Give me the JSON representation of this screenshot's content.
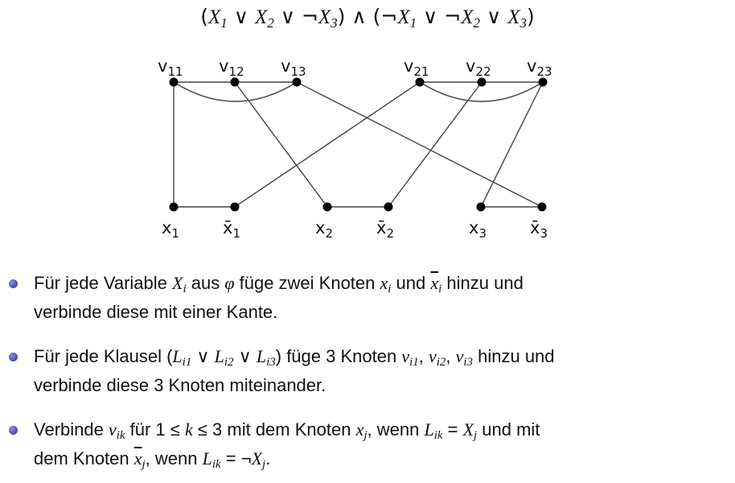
{
  "formula": [
    "(",
    {
      "m": "X",
      "s": "1"
    },
    " ∨ ",
    {
      "m": "X",
      "s": "2"
    },
    " ∨ ¬",
    {
      "m": "X",
      "s": "3"
    },
    ") ∧ (¬",
    {
      "m": "X",
      "s": "1"
    },
    " ∨ ¬",
    {
      "m": "X",
      "s": "2"
    },
    " ∨ ",
    {
      "m": "X",
      "s": "3"
    },
    ")"
  ],
  "graph": {
    "nodes": [
      {
        "id": "v11",
        "base": "v",
        "sub": "11",
        "row": "top"
      },
      {
        "id": "v12",
        "base": "v",
        "sub": "12",
        "row": "top"
      },
      {
        "id": "v13",
        "base": "v",
        "sub": "13",
        "row": "top"
      },
      {
        "id": "v21",
        "base": "v",
        "sub": "21",
        "row": "top"
      },
      {
        "id": "v22",
        "base": "v",
        "sub": "22",
        "row": "top"
      },
      {
        "id": "v23",
        "base": "v",
        "sub": "23",
        "row": "top"
      },
      {
        "id": "x1",
        "base": "x",
        "sub": "1",
        "row": "bottom",
        "bar": false
      },
      {
        "id": "nx1",
        "base": "x̄",
        "sub": "1",
        "row": "bottom",
        "bar": true
      },
      {
        "id": "x2",
        "base": "x",
        "sub": "2",
        "row": "bottom",
        "bar": false
      },
      {
        "id": "nx2",
        "base": "x̄",
        "sub": "2",
        "row": "bottom",
        "bar": true
      },
      {
        "id": "x3",
        "base": "x",
        "sub": "3",
        "row": "bottom",
        "bar": false
      },
      {
        "id": "nx3",
        "base": "x̄",
        "sub": "3",
        "row": "bottom",
        "bar": true
      }
    ],
    "edges": [
      [
        "v11",
        "v12"
      ],
      [
        "v12",
        "v13"
      ],
      [
        "v11",
        "v13",
        "curve"
      ],
      [
        "v21",
        "v22"
      ],
      [
        "v22",
        "v23"
      ],
      [
        "v21",
        "v23",
        "curve"
      ],
      [
        "x1",
        "nx1"
      ],
      [
        "x2",
        "nx2"
      ],
      [
        "x3",
        "nx3"
      ],
      [
        "v11",
        "x1"
      ],
      [
        "v12",
        "x2"
      ],
      [
        "v13",
        "nx3"
      ],
      [
        "v21",
        "nx1"
      ],
      [
        "v22",
        "nx2"
      ],
      [
        "v23",
        "x3"
      ]
    ]
  },
  "bullets": [
    [
      "Für jede Variable ",
      {
        "m": "X",
        "s": "i"
      },
      " aus ",
      {
        "m": "φ"
      },
      " füge zwei Knoten ",
      {
        "m": "x",
        "s": "i"
      },
      " und ",
      {
        "m": "x",
        "s": "i",
        "bar": true
      },
      " hinzu und",
      {
        "br": true
      },
      "verbinde diese mit einer Kante."
    ],
    [
      "Für jede Klausel (",
      {
        "m": "L",
        "s": "i1"
      },
      " ∨ ",
      {
        "m": "L",
        "s": "i2"
      },
      " ∨ ",
      {
        "m": "L",
        "s": "i3"
      },
      ") füge 3 Knoten ",
      {
        "m": "v",
        "s": "i1"
      },
      ", ",
      {
        "m": "v",
        "s": "i2"
      },
      ", ",
      {
        "m": "v",
        "s": "i3"
      },
      " hinzu und",
      {
        "br": true
      },
      "verbinde diese 3 Knoten miteinander."
    ],
    [
      "Verbinde ",
      {
        "m": "v",
        "s": "ik"
      },
      " für 1 ≤ ",
      {
        "m": "k"
      },
      " ≤ 3 mit dem Knoten ",
      {
        "m": "x",
        "s": "j"
      },
      ", wenn ",
      {
        "m": "L",
        "s": "ik"
      },
      " = ",
      {
        "m": "X",
        "s": "j"
      },
      " und mit",
      {
        "br": true
      },
      "dem Knoten ",
      {
        "m": "x",
        "s": "j",
        "bar": true
      },
      ", wenn ",
      {
        "m": "L",
        "s": "ik"
      },
      " = ¬",
      {
        "m": "X",
        "s": "j"
      },
      "."
    ]
  ]
}
